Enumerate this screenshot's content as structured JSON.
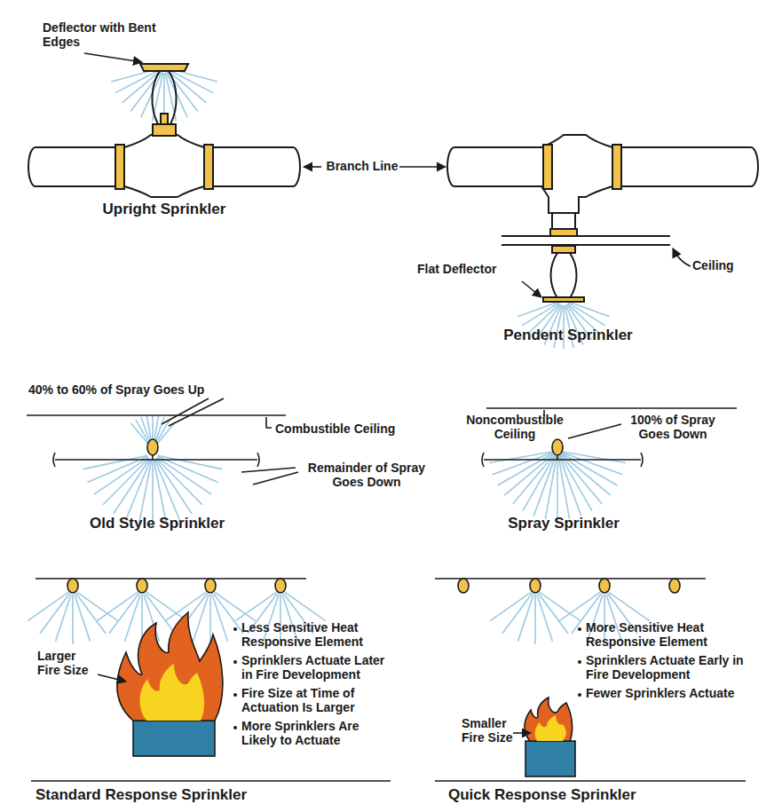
{
  "diagram": {
    "labels": [
      "Deflector with Bent Edges",
      "Branch Line",
      "Upright Sprinkler",
      "Flat Deflector",
      "Ceiling",
      "Pendent Sprinkler",
      "40% to 60% of Spray Goes Up",
      "Combustible Ceiling",
      "Remainder of Spray Goes Down",
      "Old Style Sprinkler",
      "Noncombustible Ceiling",
      "100% of Spray Goes Down",
      "Spray Sprinkler",
      "Larger Fire Size",
      "Less Sensitive Heat Responsive Element",
      "Sprinklers Actuate Later in Fire Development",
      "Fire Size at Time of Actuation Is Larger",
      "More Sprinklers Are Likely to Actuate",
      "Standard Response Sprinkler",
      "Smaller Fire Size",
      "More Sensitive Heat Responsive Element",
      "Sprinklers Actuate Early in Fire Development",
      "Fewer Sprinklers Actuate",
      "Quick Response Sprinkler"
    ]
  }
}
